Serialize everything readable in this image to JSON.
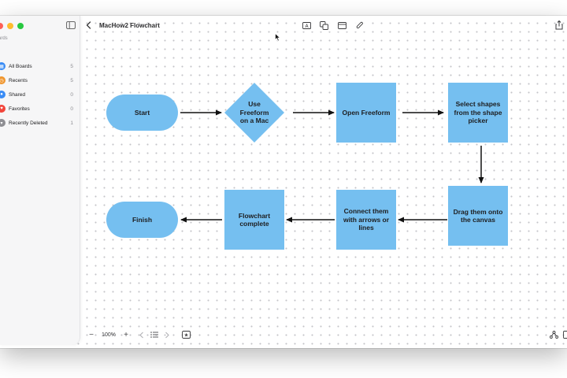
{
  "window": {
    "title": "MacHow2 Flowchart"
  },
  "sidebar": {
    "section_title": "ards",
    "items": [
      {
        "label": "All Boards",
        "count": "5",
        "icon": "boards-icon",
        "color": "#3a8cf5"
      },
      {
        "label": "Recents",
        "count": "5",
        "icon": "clock-icon",
        "color": "#f0962e"
      },
      {
        "label": "Shared",
        "count": "0",
        "icon": "people-icon",
        "color": "#3a8cf5"
      },
      {
        "label": "Favorites",
        "count": "0",
        "icon": "heart-icon",
        "color": "#f2443a"
      },
      {
        "label": "Recently Deleted",
        "count": "1",
        "icon": "trash-icon",
        "color": "#8e8e93"
      }
    ]
  },
  "toolbar": {
    "tools": [
      "text-box-icon",
      "shapes-icon",
      "media-icon",
      "attachment-icon"
    ],
    "share": "share-icon"
  },
  "flowchart": {
    "fill_color": "#75bff0",
    "arrow_color": "#111111",
    "nodes": {
      "start": "Start",
      "decision": "Use Freeform on a Mac",
      "open": "Open Freeform",
      "select": "Select shapes from the shape picker",
      "drag": "Drag them onto the canvas",
      "connect": "Connect them with arrows or lines",
      "complete": "Flowchart complete",
      "finish": "Finish"
    }
  },
  "bottom_bar": {
    "zoom_level": "100%",
    "zoom_out": "−",
    "zoom_in": "+"
  }
}
